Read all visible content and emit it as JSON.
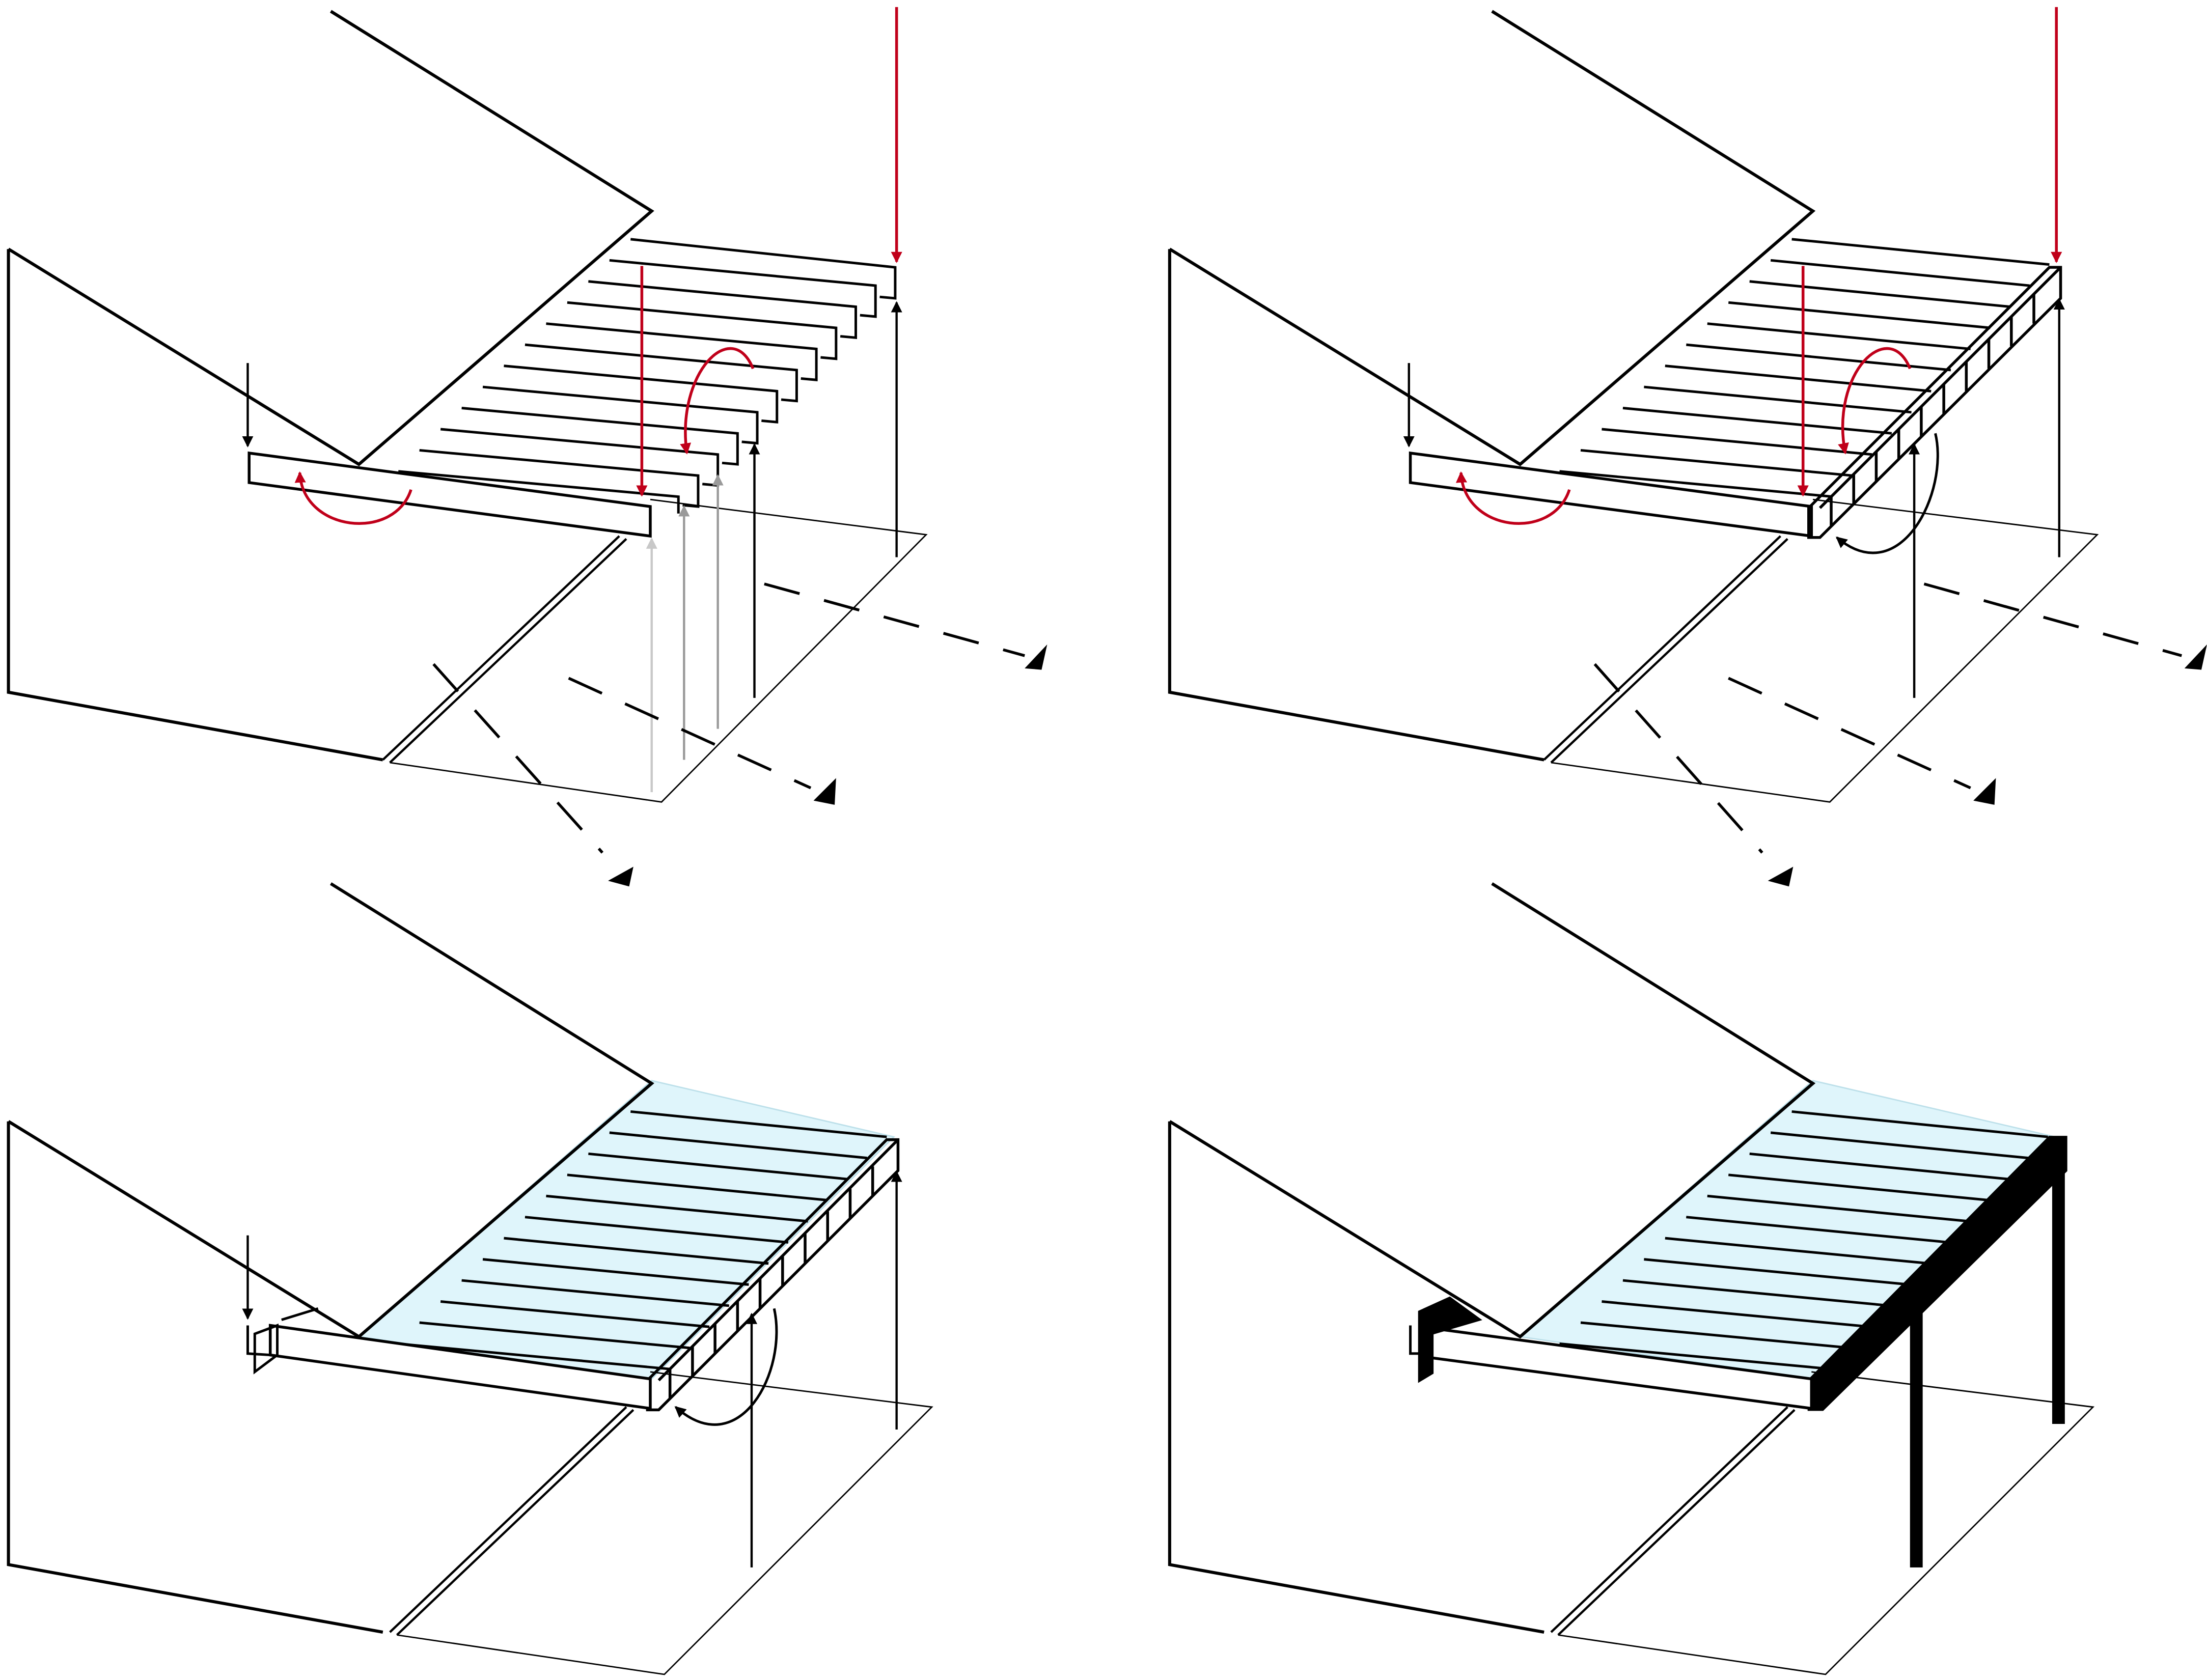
{
  "figure": {
    "panels": [
      {
        "id": "panel-1",
        "position": "top-left",
        "stage": 1
      },
      {
        "id": "panel-2",
        "position": "top-right",
        "stage": 2
      },
      {
        "id": "panel-3",
        "position": "bottom-left",
        "stage": 3
      },
      {
        "id": "panel-4",
        "position": "bottom-right",
        "stage": 4
      }
    ],
    "colors": {
      "line": "#000000",
      "load_arrow": "#c0001a",
      "reaction_grey": "#9a9a9a",
      "reaction_light": "#c8c8c8",
      "glass": "#dff5fb",
      "structure_fill": "#000000",
      "background": "#ffffff"
    }
  }
}
